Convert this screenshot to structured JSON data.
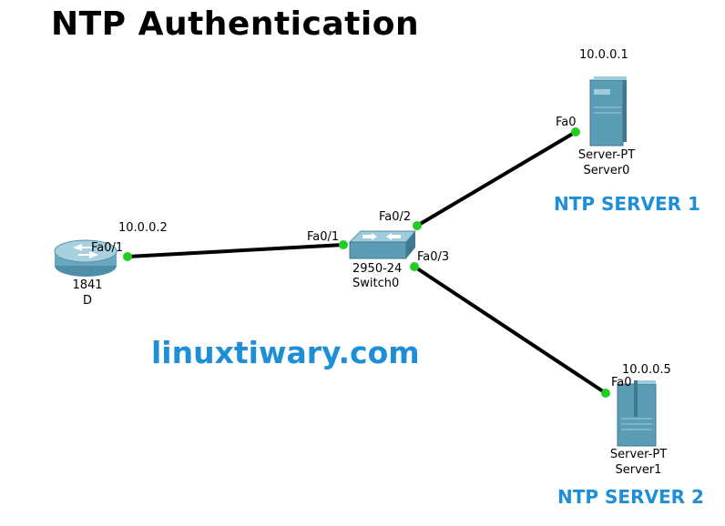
{
  "title": "NTP Authentication",
  "watermark": "linuxtiwary.com",
  "devices": {
    "router": {
      "ip": "10.0.0.2",
      "port": "Fa0/1",
      "model": "1841",
      "name": "D"
    },
    "switch": {
      "model": "2950-24",
      "name": "Switch0",
      "ports": [
        "Fa0/1",
        "Fa0/2",
        "Fa0/3"
      ]
    },
    "server0": {
      "ip": "10.0.0.1",
      "port": "Fa0",
      "model": "Server-PT",
      "name": "Server0",
      "caption": "NTP SERVER 1"
    },
    "server1": {
      "ip": "10.0.0.5",
      "port": "Fa0",
      "model": "Server-PT",
      "name": "Server1",
      "caption": "NTP SERVER 2"
    }
  },
  "colors": {
    "link": "#000000",
    "port_led": "#22cc22",
    "accent": "#1e8fd6",
    "device": "#5a9db5"
  }
}
